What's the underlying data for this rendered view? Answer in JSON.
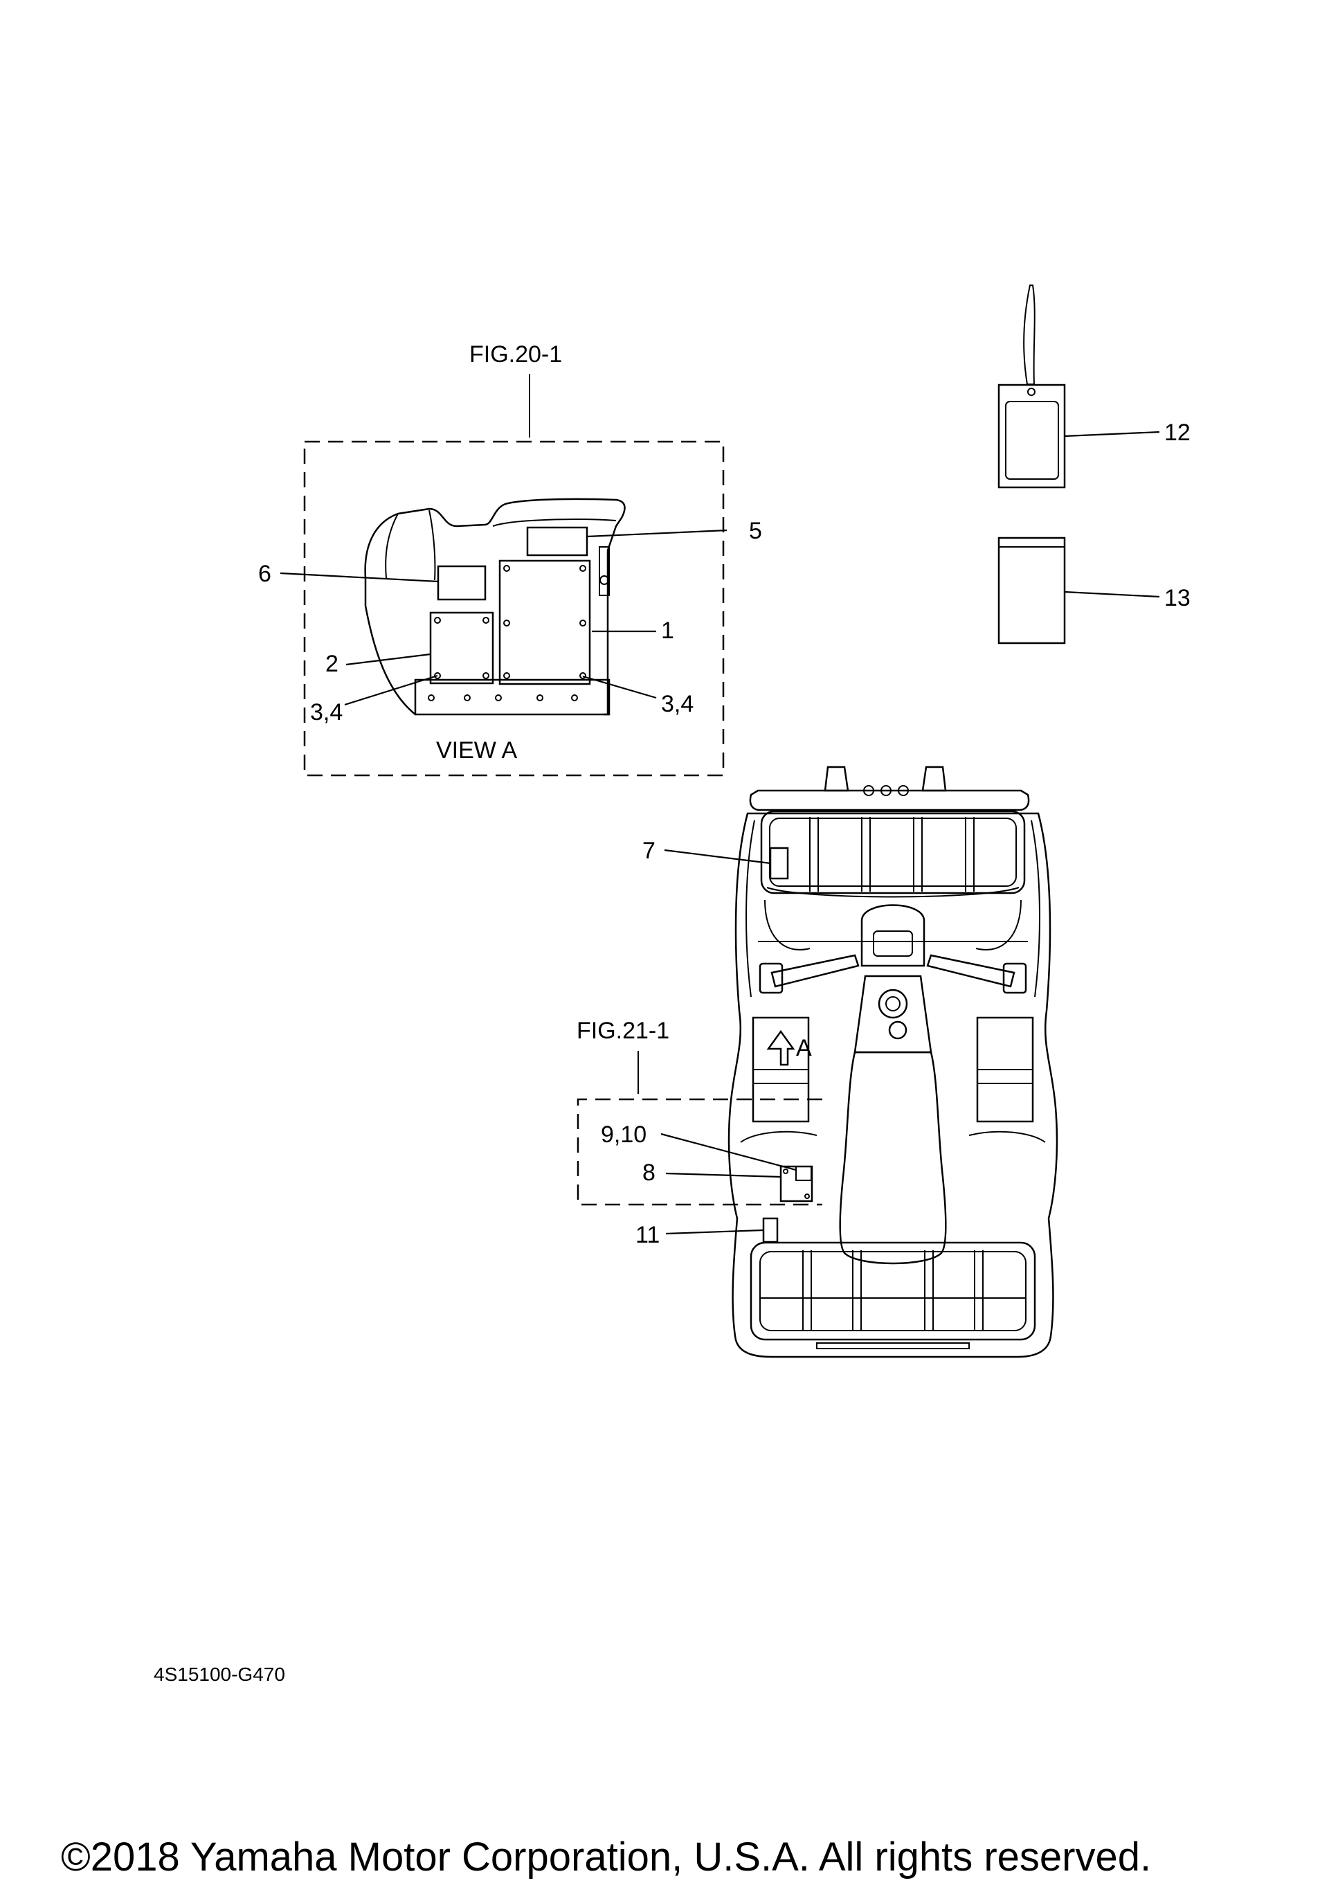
{
  "figures": {
    "view_a_ref": "FIG.20-1",
    "view_a_title": "VIEW A",
    "rear_ref": "FIG.21-1",
    "arrow_view_label": "A"
  },
  "callouts": {
    "c1": "1",
    "c2": "2",
    "c34_left": "3,4",
    "c34_right": "3,4",
    "c5": "5",
    "c6": "6",
    "c7": "7",
    "c8": "8",
    "c910": "9,10",
    "c11": "11",
    "c12": "12",
    "c13": "13"
  },
  "part_code": "4S15100-G470",
  "copyright": "©2018 Yamaha Motor Corporation, U.S.A. All rights reserved."
}
